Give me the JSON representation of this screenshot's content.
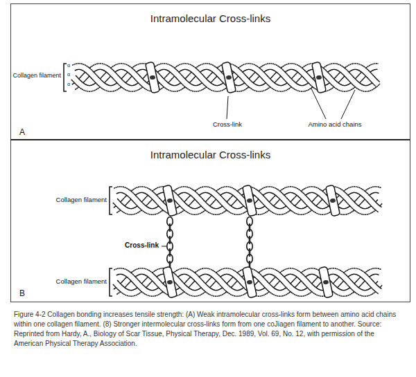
{
  "diagram": {
    "caption": "Figure 4-2 Collagen bonding increases tensile strength: (A) Weak intramolecular cross-links form between amino acid chains within one collagen filament. (8) Stronger intermolecular cross-links form from one coJiagen filament to another. Source: Reprinted from Hardy, A., Biology of Scar Tissue, Physical Therapy, Dec. 1989, Vol. 69, No. 12, with permission of the American Physical Therapy Association.",
    "nodes": [
      {
        "text": [
          "Intramolecular Cross-links"
        ]
      },
      {
        "text": [
          "Intramolecular Cross-links"
        ]
      }
    ],
    "labels": [
      "Collagen filament",
      "α",
      "α",
      "α",
      "Cross-link",
      "Amino acid chains",
      "A",
      "Collagen filament",
      "Cross-link",
      "Collagen filament",
      "B"
    ]
  }
}
